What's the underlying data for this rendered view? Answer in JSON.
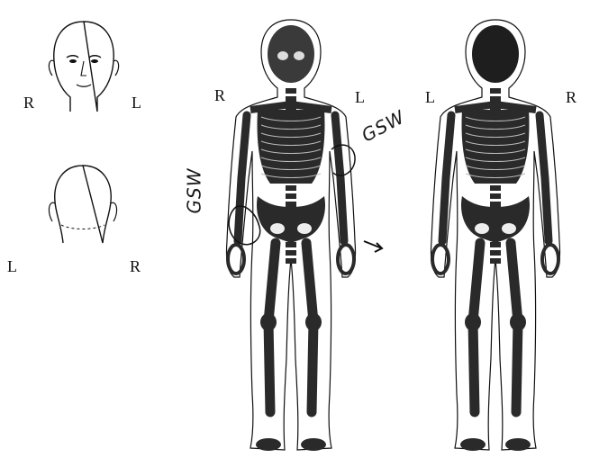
{
  "head_front": {
    "left_label": "R",
    "right_label": "L"
  },
  "head_back": {
    "left_label": "L",
    "right_label": "R"
  },
  "body_front": {
    "left_label": "R",
    "right_label": "L",
    "annotation_right": "GSW",
    "annotation_left": "GSW"
  },
  "body_back": {
    "left_label": "L",
    "right_label": "R"
  },
  "colors": {
    "ink": "#111111",
    "bone": "#2a2a2a",
    "paper": "#ffffff"
  }
}
